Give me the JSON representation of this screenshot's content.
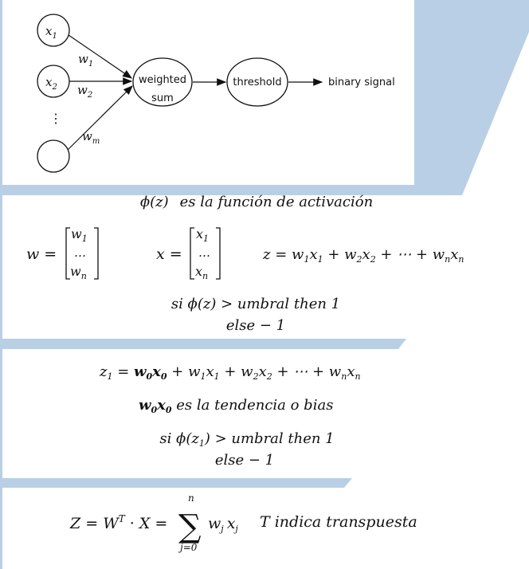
{
  "perceptron": {
    "inputs": [
      "x",
      "x",
      "⋮"
    ],
    "input_subs": [
      "1",
      "2",
      ""
    ],
    "weights": [
      "w",
      "w",
      "w"
    ],
    "weight_subs": [
      "1",
      "2",
      "m"
    ],
    "sum_node": [
      "weighted",
      "sum"
    ],
    "threshold_node": "threshold",
    "output_label": "binary signal"
  },
  "activation_title": {
    "phi": "ϕ(z)",
    "text": "es la función de activación"
  },
  "vectors": {
    "w_name": "w",
    "w_entries": [
      "w",
      "…",
      "w"
    ],
    "w_subs": [
      "1",
      "",
      "n"
    ],
    "x_name": "x",
    "x_entries": [
      "x",
      "…",
      "x"
    ],
    "x_subs": [
      "1",
      "",
      "n"
    ],
    "equals": "="
  },
  "z_equation": {
    "lhs": "z = ",
    "terms": [
      "w",
      "x",
      " + w",
      "x",
      " + ⋯ + w",
      "x"
    ],
    "subs": [
      "1",
      "1",
      "2",
      "2",
      "n",
      "n"
    ]
  },
  "rule1": {
    "line1": "si ϕ(z) > umbral then 1",
    "line2": "else − 1"
  },
  "z1_equation": {
    "lhs": "z",
    "lhs_sub": "1",
    "bias_term": "w",
    "bias_sub": "0",
    "bias_x": "x",
    "bias_x_sub": "0",
    "rest": " +  w",
    "terms": [
      "x",
      " + w",
      "x",
      " + ⋯ + w",
      "x"
    ],
    "subs": [
      "1",
      "1",
      "2",
      "2",
      "n",
      "n"
    ]
  },
  "bias_note": {
    "term": "w",
    "sub": "0",
    "x": "x",
    "x_sub": "0",
    "text": " es la tendencia o bias"
  },
  "rule2": {
    "prefix": "si ϕ(z",
    "sub": "1",
    "suffix": ") > umbral then 1",
    "line2": "else − 1"
  },
  "transpose_eq": {
    "lhs": "Z = W",
    "sup": "T",
    "mid": " · X = ",
    "sum_top": "n",
    "sum_bottom": "j=0",
    "sigma": "∑",
    "term_w": "w",
    "term_x": "x",
    "sub": "j",
    "note": "T indica transpuesta"
  },
  "colors": {
    "band": "#b8cfe6",
    "ink": "#111111"
  }
}
